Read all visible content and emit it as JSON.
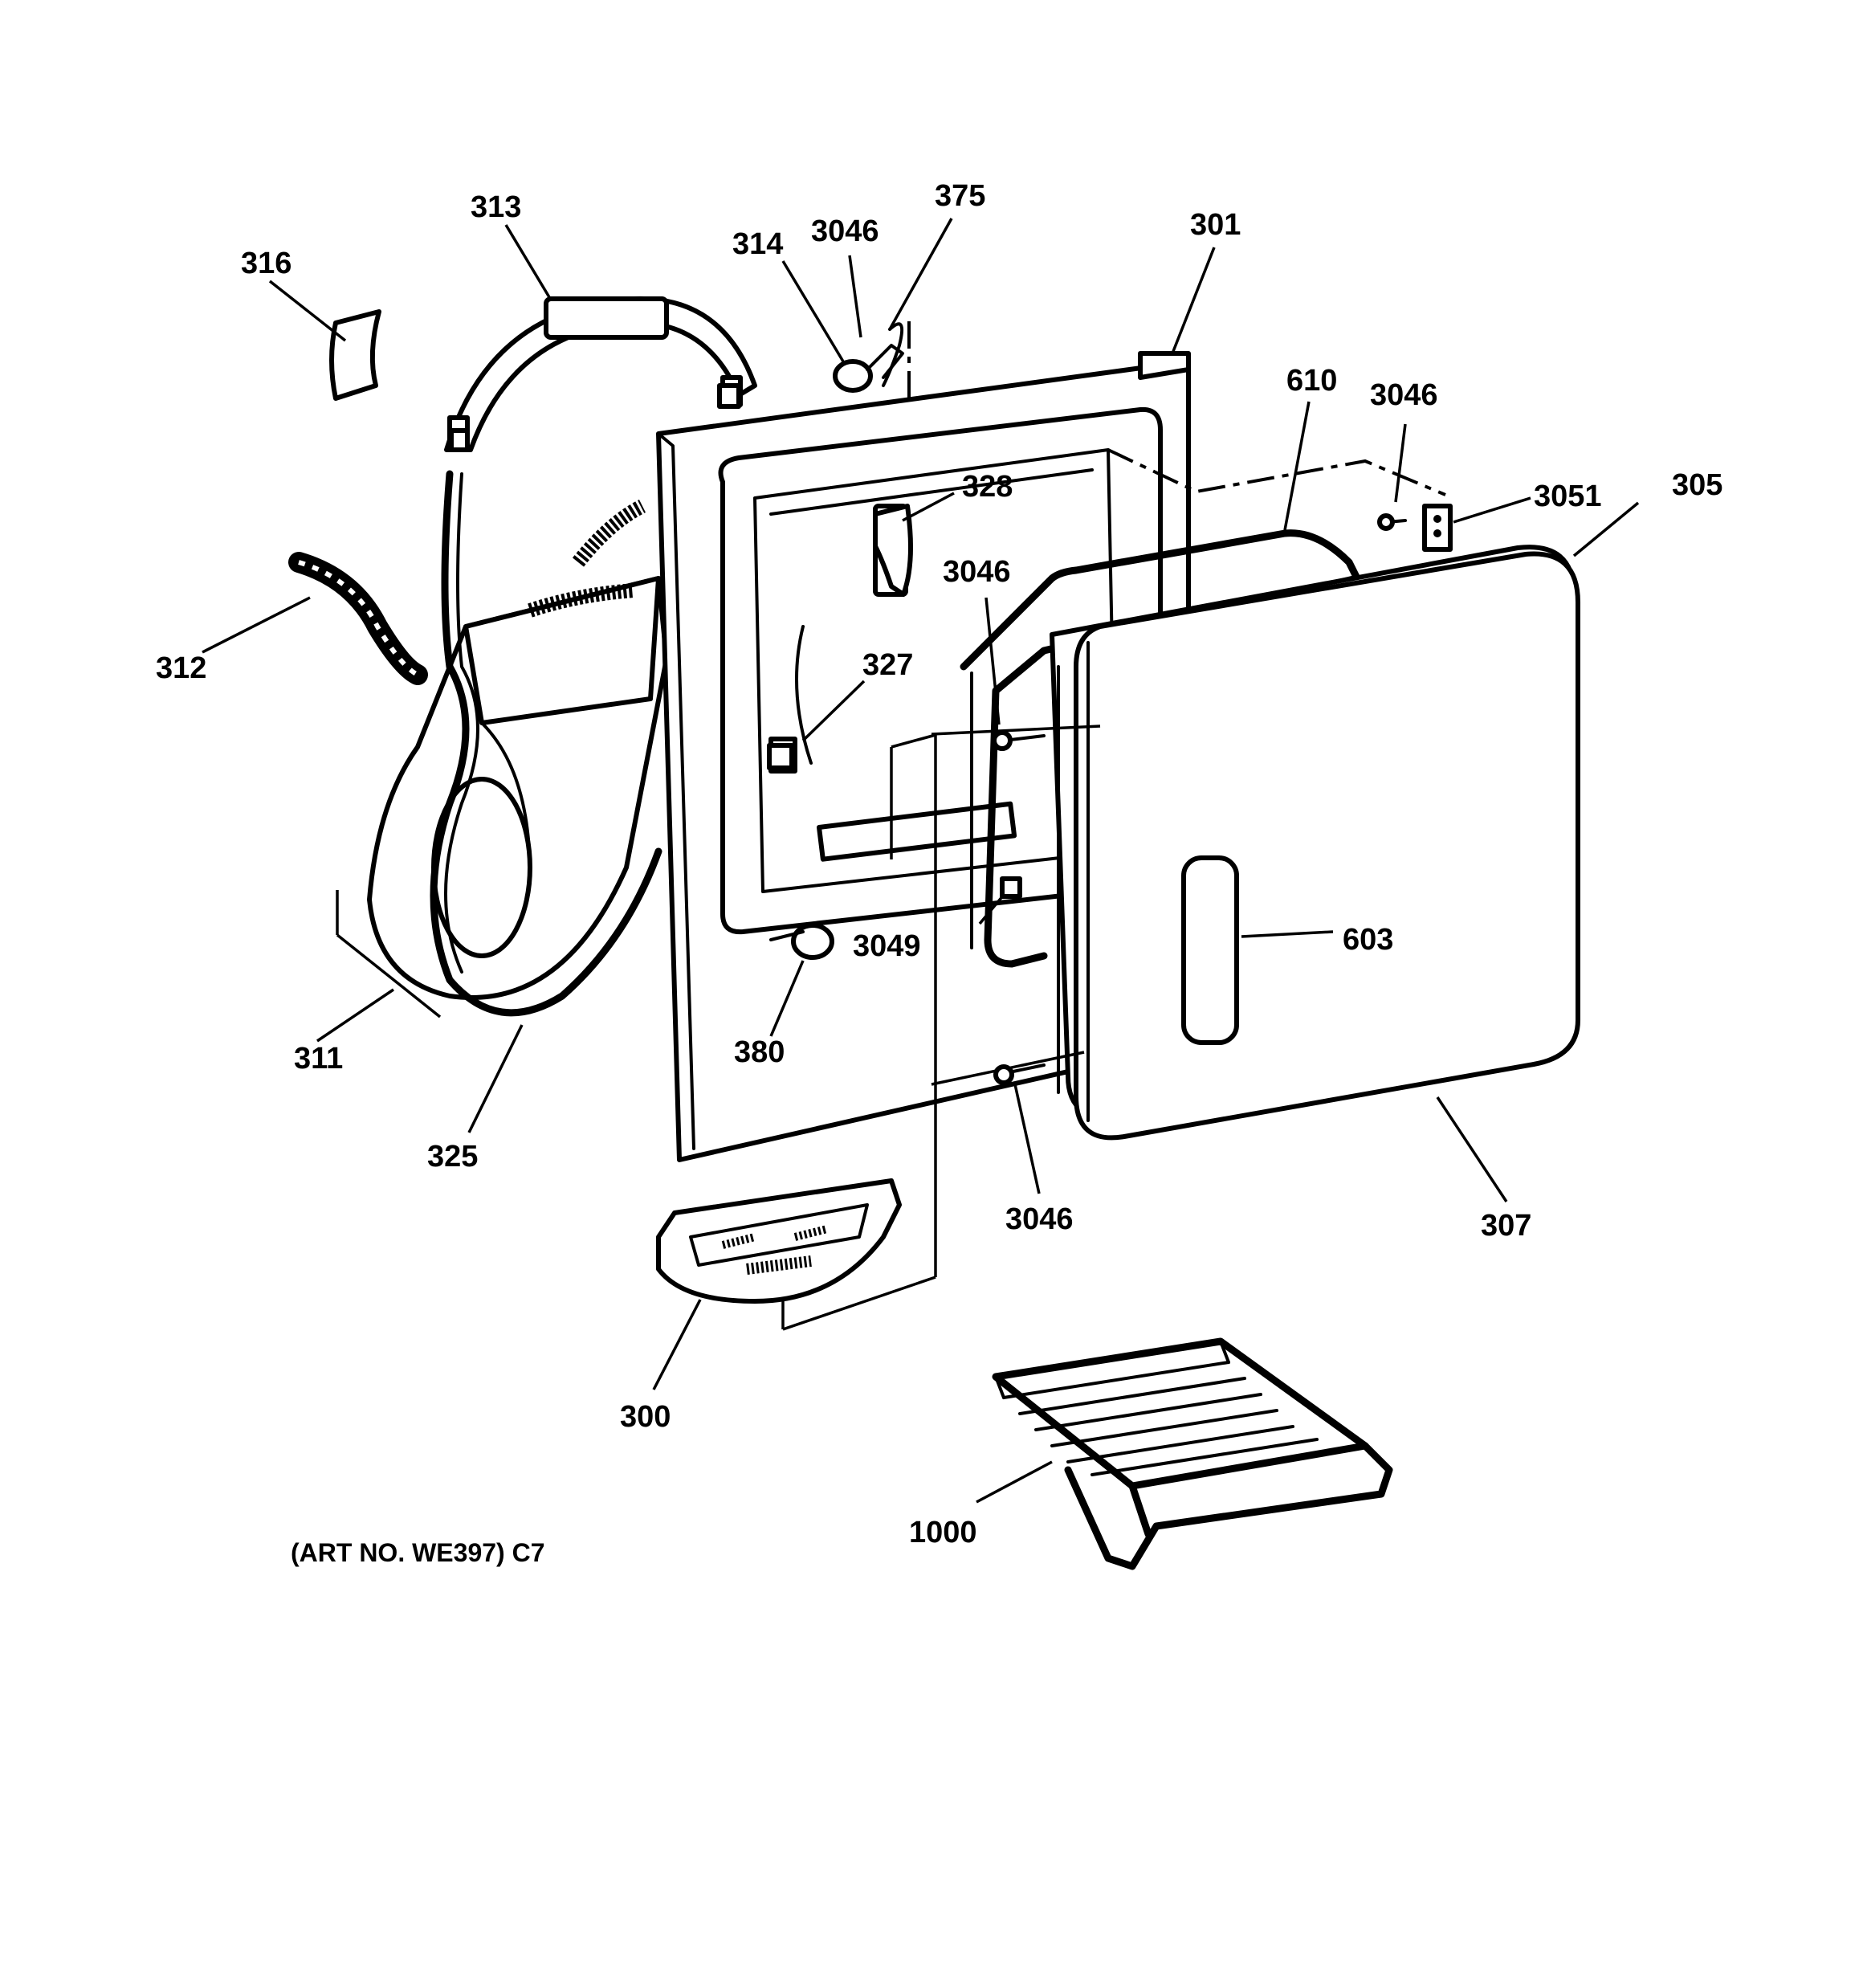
{
  "diagram": {
    "art_number": "(ART NO. WE397) C7",
    "callouts": {
      "c316": "316",
      "c313": "313",
      "c314": "314",
      "c3046_top": "3046",
      "c375": "375",
      "c301": "301",
      "c610": "610",
      "c3046_right": "3046",
      "c3051": "3051",
      "c305": "305",
      "c328": "328",
      "c3046_mid": "3046",
      "c312": "312",
      "c327": "327",
      "c603": "603",
      "c3049": "3049",
      "c311": "311",
      "c380": "380",
      "c325": "325",
      "c3046_bottom": "3046",
      "c307": "307",
      "c300": "300",
      "c1000": "1000"
    }
  }
}
